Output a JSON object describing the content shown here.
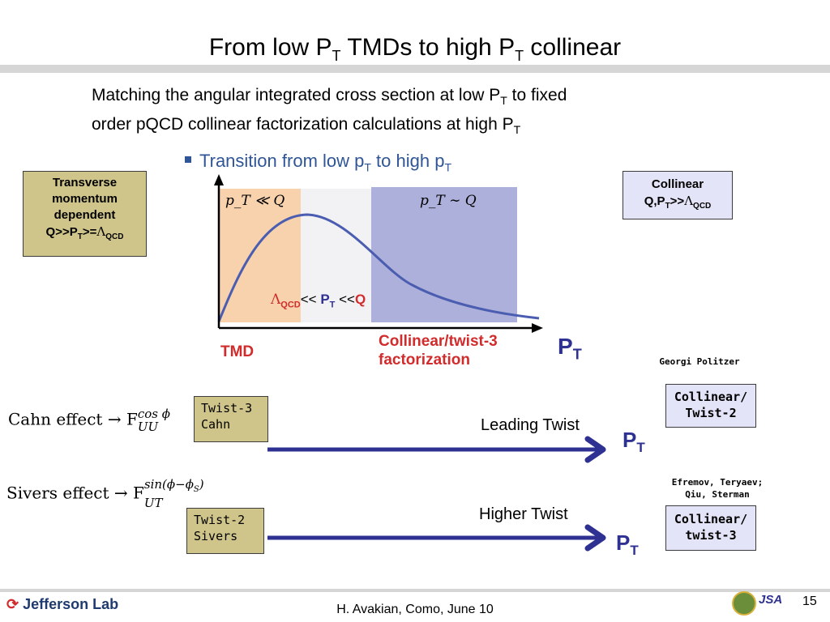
{
  "title": {
    "pre": "From low P",
    "sub1": "T",
    "mid": " TMDs to high P",
    "sub2": "T",
    "post": " collinear"
  },
  "intro": {
    "line1_pre": "Matching  the angular integrated cross section at low P",
    "line1_sub": "T",
    "line1_post": " to fixed",
    "line2_pre": "order pQCD collinear factorization calculations at high P",
    "line2_sub": "T"
  },
  "bullet": {
    "pre": "Transition from low p",
    "sub1": "T",
    "mid": " to high p",
    "sub2": "T"
  },
  "tmd_box": {
    "line1": "Transverse",
    "line2": "momentum",
    "line3": "dependent",
    "line4_pre": "Q>>P",
    "line4_sub": "T",
    "line4_mid": ">=",
    "line4_lambda": "Λ",
    "line4_lambda_sub": "QCD"
  },
  "collinear_box": {
    "line1": "Collinear",
    "line2_pre": "Q,P",
    "line2_sub": "T",
    "line2_mid": ">>",
    "line2_lambda": "Λ",
    "line2_lambda_sub": "QCD"
  },
  "plot": {
    "low_region_label": "p_T ≪ Q",
    "high_region_label": "p_T ∼ Q",
    "scale_lambda": "Λ",
    "scale_lambda_sub": "QCD",
    "scale_lt1": "<< ",
    "scale_pt": "P",
    "scale_pt_sub": "T",
    "scale_lt2": " <<",
    "scale_q": "Q",
    "tmd_label": "TMD",
    "collinear_label_1": "Collinear/twist-3",
    "collinear_label_2": "factorization",
    "axis_label": "P",
    "axis_label_sub": "T"
  },
  "credit_politzer": "Georgi Politzer",
  "box_twist2_collinear": {
    "line1": "Collinear/",
    "line2": "Twist-2"
  },
  "box_twist3_collinear": {
    "line1": "Collinear/",
    "line2": "twist-3"
  },
  "credit_efremov": {
    "line1": "Efremov, Teryaev;",
    "line2": "Qiu, Sterman"
  },
  "cahn_formula": {
    "text": "Cahn effect → F",
    "sup": "cos ϕ",
    "sub": "UU"
  },
  "sivers_formula": {
    "text": "Sivers effect → F",
    "sup": "sin(ϕ−ϕ",
    "sup_sub": "S",
    "sup_end": ")",
    "sub": "UT"
  },
  "cahn_box": {
    "line1": "Twist-3",
    "line2": "Cahn"
  },
  "sivers_box": {
    "line1": "Twist-2",
    "line2": "Sivers"
  },
  "leading_twist": "Leading Twist",
  "higher_twist": "Higher Twist",
  "arrow_pt": {
    "main": "P",
    "sub": "T"
  },
  "footer": {
    "logo_text": "Jefferson Lab",
    "center": "H. Avakian, Como,  June 10",
    "page": "15",
    "jsa": "JSA"
  },
  "colors": {
    "accent_blue": "#2e3192",
    "orange_region": "#f7d2ad",
    "blue_region": "#adb0da",
    "tan_box": "#cfc58a",
    "lavender_box": "#e3e4f7",
    "red_label": "#d22b2b"
  }
}
